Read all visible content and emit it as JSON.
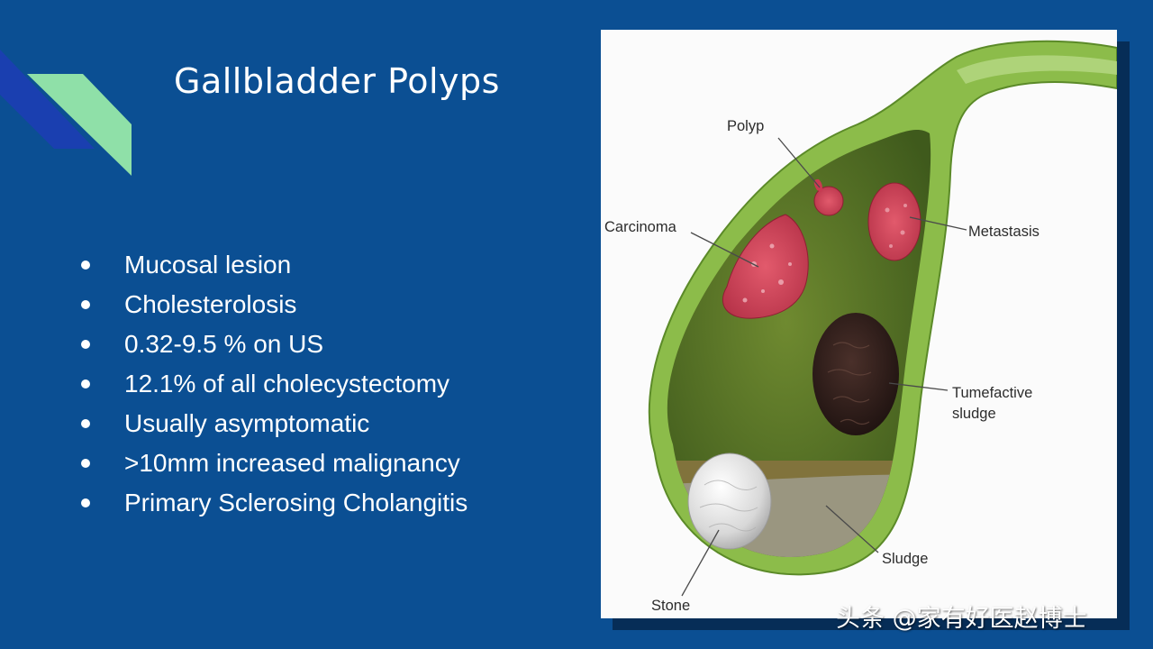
{
  "slide": {
    "title": "Gallbladder Polyps",
    "bullets": [
      "Mucosal lesion",
      "Cholesterolosis",
      "0.32-9.5 % on US",
      "12.1% of all cholecystectomy",
      "Usually asymptomatic",
      ">10mm increased malignancy",
      "Primary Sclerosing Cholangitis"
    ]
  },
  "figure": {
    "labels": {
      "polyp": "Polyp",
      "carcinoma": "Carcinoma",
      "metastasis": "Metastasis",
      "tumefactive_line1": "Tumefactive",
      "tumefactive_line2": "sludge",
      "sludge": "Sludge",
      "stone": "Stone"
    }
  },
  "watermark": "头条 @家有好医赵博士",
  "colors": {
    "background": "#0b4f93",
    "accent_green": "#8fe0a8",
    "accent_blue": "#1a3fb0",
    "gallbladder_wall": "#7fb23a",
    "lumen": "#4f6b25",
    "lesion_red": "#d0405a",
    "stone_white": "#e8e8e8",
    "sludge_dark": "#3a2420"
  }
}
